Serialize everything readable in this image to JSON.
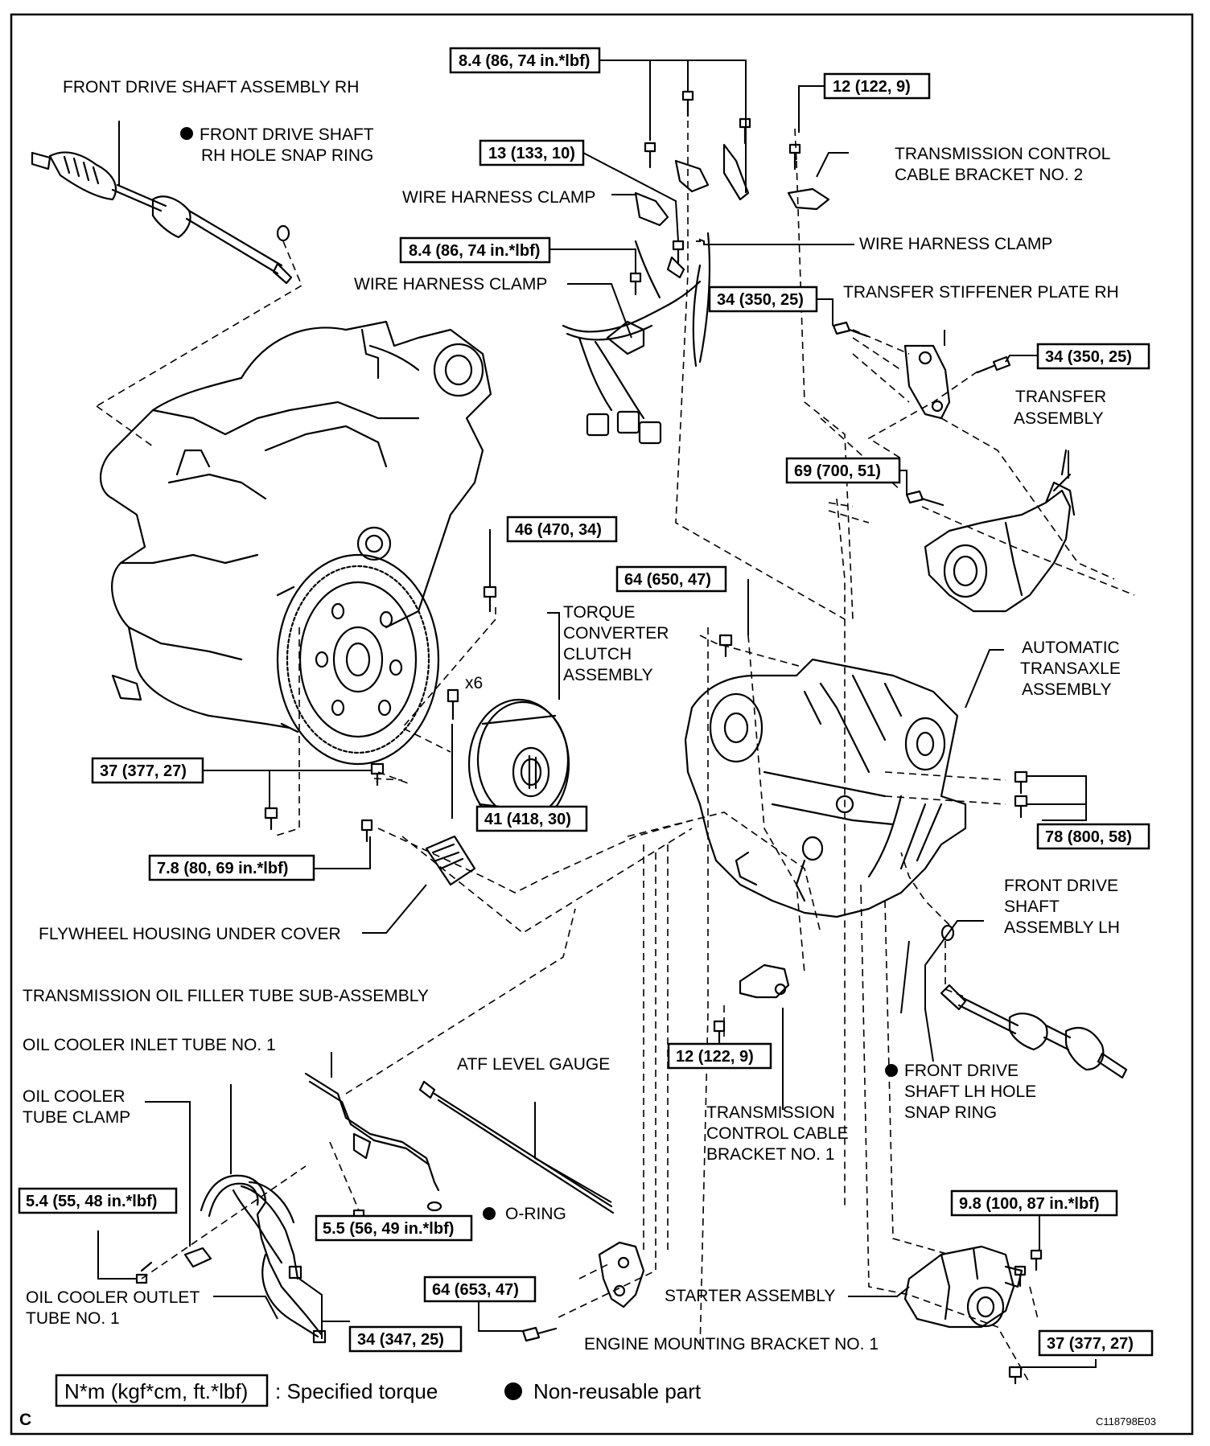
{
  "labels": {
    "front_drive_shaft_rh": "FRONT DRIVE SHAFT ASSEMBLY RH",
    "snap_ring_rh_1": "FRONT DRIVE SHAFT",
    "snap_ring_rh_2": "RH HOLE SNAP RING",
    "wire_harness_clamp_a": "WIRE HARNESS CLAMP",
    "wire_harness_clamp_b": "WIRE HARNESS CLAMP",
    "wire_harness_clamp_c": "WIRE HARNESS CLAMP",
    "tcc_bracket2_1": "TRANSMISSION CONTROL",
    "tcc_bracket2_2": "CABLE BRACKET NO. 2",
    "transfer_stiffener": "TRANSFER STIFFENER PLATE RH",
    "transfer_assembly_1": "TRANSFER",
    "transfer_assembly_2": "ASSEMBLY",
    "torque_converter_1": "TORQUE",
    "torque_converter_2": "CONVERTER",
    "torque_converter_3": "CLUTCH",
    "torque_converter_4": "ASSEMBLY",
    "x6": "x6",
    "automatic_transaxle_1": "AUTOMATIC",
    "automatic_transaxle_2": "TRANSAXLE",
    "automatic_transaxle_3": "ASSEMBLY",
    "front_drive_shaft_lh_1": "FRONT DRIVE",
    "front_drive_shaft_lh_2": "SHAFT",
    "front_drive_shaft_lh_3": "ASSEMBLY LH",
    "flywheel_under_cover": "FLYWHEEL HOUSING UNDER COVER",
    "oil_filler_tube": "TRANSMISSION OIL FILLER TUBE SUB-ASSEMBLY",
    "oil_cooler_inlet": "OIL COOLER INLET TUBE NO. 1",
    "oil_cooler_clamp_1": "OIL COOLER",
    "oil_cooler_clamp_2": "TUBE CLAMP",
    "atf_gauge": "ATF LEVEL GAUGE",
    "o_ring": "O-RING",
    "oil_cooler_outlet_1": "OIL COOLER OUTLET",
    "oil_cooler_outlet_2": "TUBE NO. 1",
    "tcc_bracket1_1": "TRANSMISSION",
    "tcc_bracket1_2": "CONTROL CABLE",
    "tcc_bracket1_3": "BRACKET NO. 1",
    "snap_ring_lh_1": "FRONT DRIVE",
    "snap_ring_lh_2": "SHAFT LH HOLE",
    "snap_ring_lh_3": "SNAP RING",
    "starter": "STARTER ASSEMBLY",
    "engine_mount_bracket": "ENGINE MOUNTING BRACKET NO. 1"
  },
  "torques": {
    "t_top": "8.4 (86, 74 in.*lbf)",
    "t_12a": "12 (122, 9)",
    "t_13": "13 (133, 10)",
    "t_84b": "8.4 (86, 74 in.*lbf)",
    "t_34a": "34 (350, 25)",
    "t_34b": "34 (350, 25)",
    "t_69": "69 (700, 51)",
    "t_46": "46 (470, 34)",
    "t_64a": "64 (650, 47)",
    "t_37a": "37 (377, 27)",
    "t_41": "41 (418, 30)",
    "t_78": "78 (800, 58)",
    "t_78b": "7.8 (80, 69 in.*lbf)",
    "t_12b": "12 (122, 9)",
    "t_54": "5.4 (55, 48 in.*lbf)",
    "t_55": "5.5 (56, 49 in.*lbf)",
    "t_64b": "64 (653, 47)",
    "t_34c": "34 (347, 25)",
    "t_98": "9.8 (100, 87 in.*lbf)",
    "t_37b": "37 (377, 27)"
  },
  "legend": {
    "unit_box": "N*m (kgf*cm, ft.*lbf)",
    "unit_text": ": Specified torque",
    "non_reusable": "Non-reusable part"
  },
  "corner_letter": "C",
  "figure_code": "C118798E03"
}
